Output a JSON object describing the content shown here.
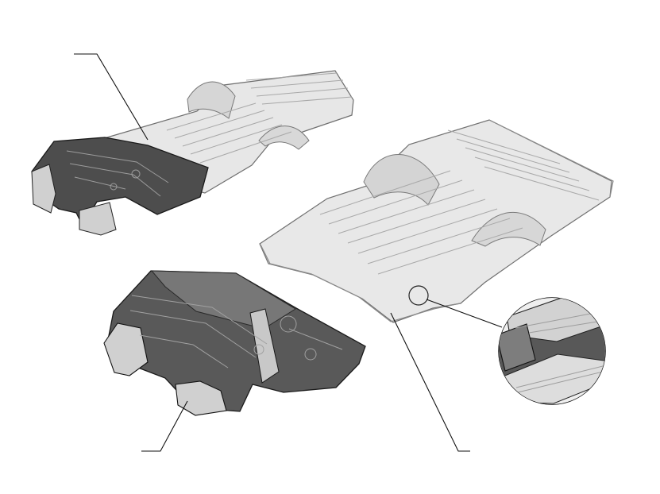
{
  "diagram": {
    "kind": "exploded-technical-illustration",
    "background_color": "#ffffff",
    "palette": {
      "line": "#111111",
      "light_fill": "#e7e7e7",
      "mid_fill": "#cfcfcf",
      "dark_fill": "#4d4d4d",
      "rib": "#a8a8a8"
    },
    "components": [
      "assembled-underbody-floor",
      "front-floor-firewall-subassembly",
      "rear-floor-platform",
      "detail-magnifier"
    ],
    "callouts": [
      {
        "target": "assembled-underbody-floor"
      },
      {
        "target": "front-floor-firewall-subassembly"
      },
      {
        "target": "rear-floor-platform"
      },
      {
        "target": "detail-magnifier"
      }
    ]
  }
}
